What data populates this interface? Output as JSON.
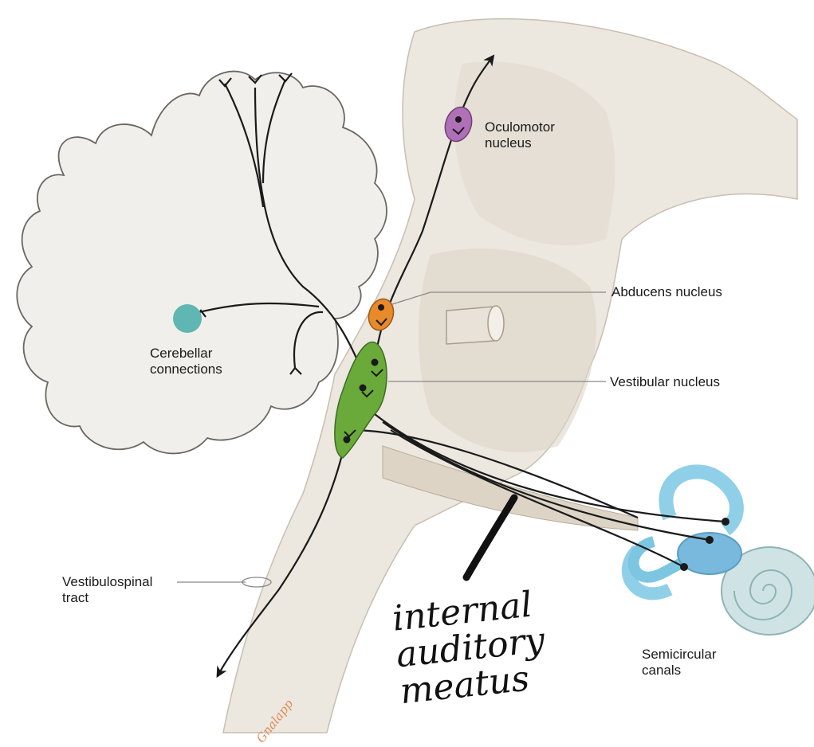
{
  "labels": {
    "oculomotor": "Oculomotor\nnucleus",
    "abducens": "Abducens nucleus",
    "vestibular": "Vestibular nucleus",
    "cerebellar": "Cerebellar\nconnections",
    "vestibulospinal": "Vestibulospinal\ntract",
    "semicircular": "Semicircular\ncanals"
  },
  "handwritten_note": "internal\nauditory\nmeatus",
  "signature": "Gnalapp",
  "colors": {
    "oculomotor_nucleus": "#b070b8",
    "abducens_nucleus": "#e8892a",
    "vestibular_nucleus": "#6aaa3a",
    "cerebellar_node": "#5fb6b2",
    "brainstem": "#ece7df",
    "cerebellum": "#f1efeb",
    "inner_ear": "#8fd0e8",
    "cochlea": "#cfe3e4",
    "pathway": "#1a1a1a"
  }
}
